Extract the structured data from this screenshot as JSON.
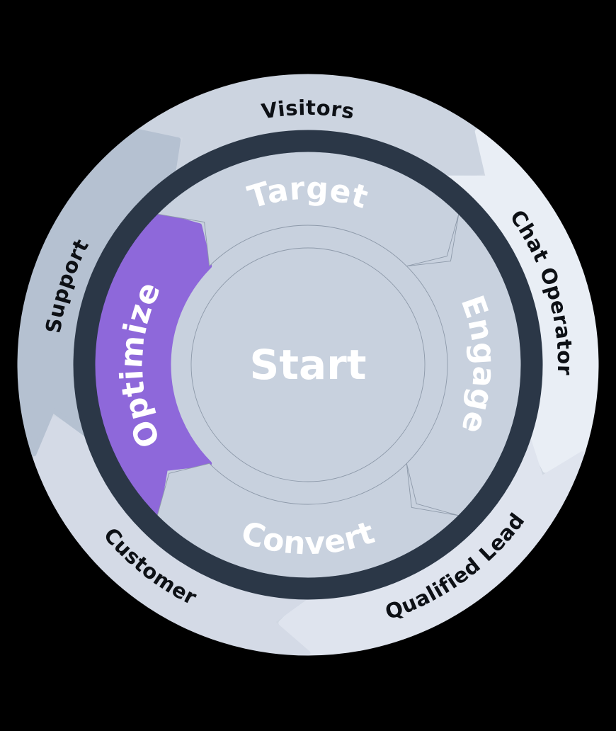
{
  "title": "Marketing flywheel diagram",
  "background_color": "#000000",
  "center": {
    "label": "Start",
    "text_color": "#ffffff"
  },
  "inner_ring": {
    "label_color": "#ffffff",
    "disc_color": "#c8d1de",
    "outline_color": "#8d99a9",
    "highlight_color": "#8e68da",
    "segments": [
      {
        "id": "target",
        "label": "Target",
        "start": 315,
        "end": 405,
        "label_angle": 0,
        "highlighted": false
      },
      {
        "id": "engage",
        "label": "Engage",
        "start": 45,
        "end": 135,
        "label_angle": 90,
        "highlighted": false
      },
      {
        "id": "convert",
        "label": "Convert",
        "start": 135,
        "end": 225,
        "label_angle": 180,
        "highlighted": false
      },
      {
        "id": "optimize",
        "label": "Optimize",
        "start": 225,
        "end": 315,
        "label_angle": 270,
        "highlighted": true
      }
    ]
  },
  "divider_ring": {
    "color": "#2b3747"
  },
  "outer_ring": {
    "label_color": "#0d1015",
    "base_color": "#d0d7e2",
    "segments": [
      {
        "id": "visitors",
        "label": "Visitors",
        "start": 324,
        "end": 396,
        "label_angle": 0,
        "color": "#ccd4e0"
      },
      {
        "id": "chat-operator",
        "label": "Chat Operator",
        "start": 36,
        "end": 108,
        "label_angle": 73,
        "color": "#e9eef5"
      },
      {
        "id": "qualified-lead",
        "label": "Qualified Lead",
        "start": 108,
        "end": 180,
        "label_angle": 144,
        "color": "#dfe4ee"
      },
      {
        "id": "customer",
        "label": "Customer",
        "start": 180,
        "end": 252,
        "label_angle": 218,
        "color": "#d4dae6"
      },
      {
        "id": "support",
        "label": "Support",
        "start": 252,
        "end": 324,
        "label_angle": 288,
        "color": "#b5c1d1"
      }
    ]
  }
}
